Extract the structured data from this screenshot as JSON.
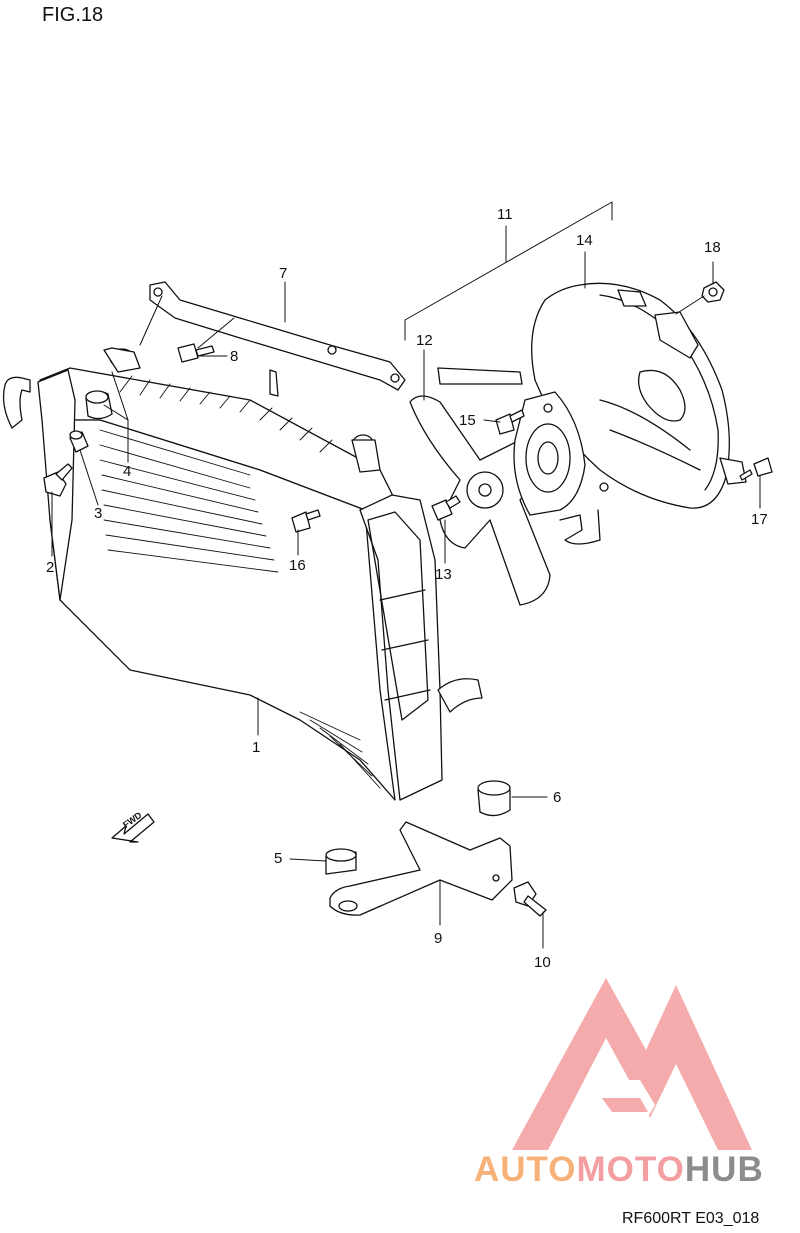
{
  "figure": {
    "title": "FIG.18",
    "code": "RF600RT E03_018"
  },
  "callouts": [
    {
      "id": "c1",
      "text": "1"
    },
    {
      "id": "c2",
      "text": "2"
    },
    {
      "id": "c3",
      "text": "3"
    },
    {
      "id": "c4",
      "text": "4"
    },
    {
      "id": "c5",
      "text": "5"
    },
    {
      "id": "c6",
      "text": "6"
    },
    {
      "id": "c7",
      "text": "7"
    },
    {
      "id": "c8",
      "text": "8"
    },
    {
      "id": "c9",
      "text": "9"
    },
    {
      "id": "c10",
      "text": "10"
    },
    {
      "id": "c11",
      "text": "11"
    },
    {
      "id": "c12",
      "text": "12"
    },
    {
      "id": "c13",
      "text": "13"
    },
    {
      "id": "c14",
      "text": "14"
    },
    {
      "id": "c15",
      "text": "15"
    },
    {
      "id": "c16",
      "text": "16"
    },
    {
      "id": "c17",
      "text": "17"
    },
    {
      "id": "c18",
      "text": "18"
    }
  ],
  "direction_arrow": {
    "text": "FWD"
  },
  "watermark": {
    "part1": "AUTO",
    "part2": "MOTO",
    "part3": "HUB",
    "colors": {
      "auto": "#f7b27a",
      "moto": "#f39ea0",
      "hub": "#8c8c8c",
      "mark": "#f39ea0"
    }
  }
}
